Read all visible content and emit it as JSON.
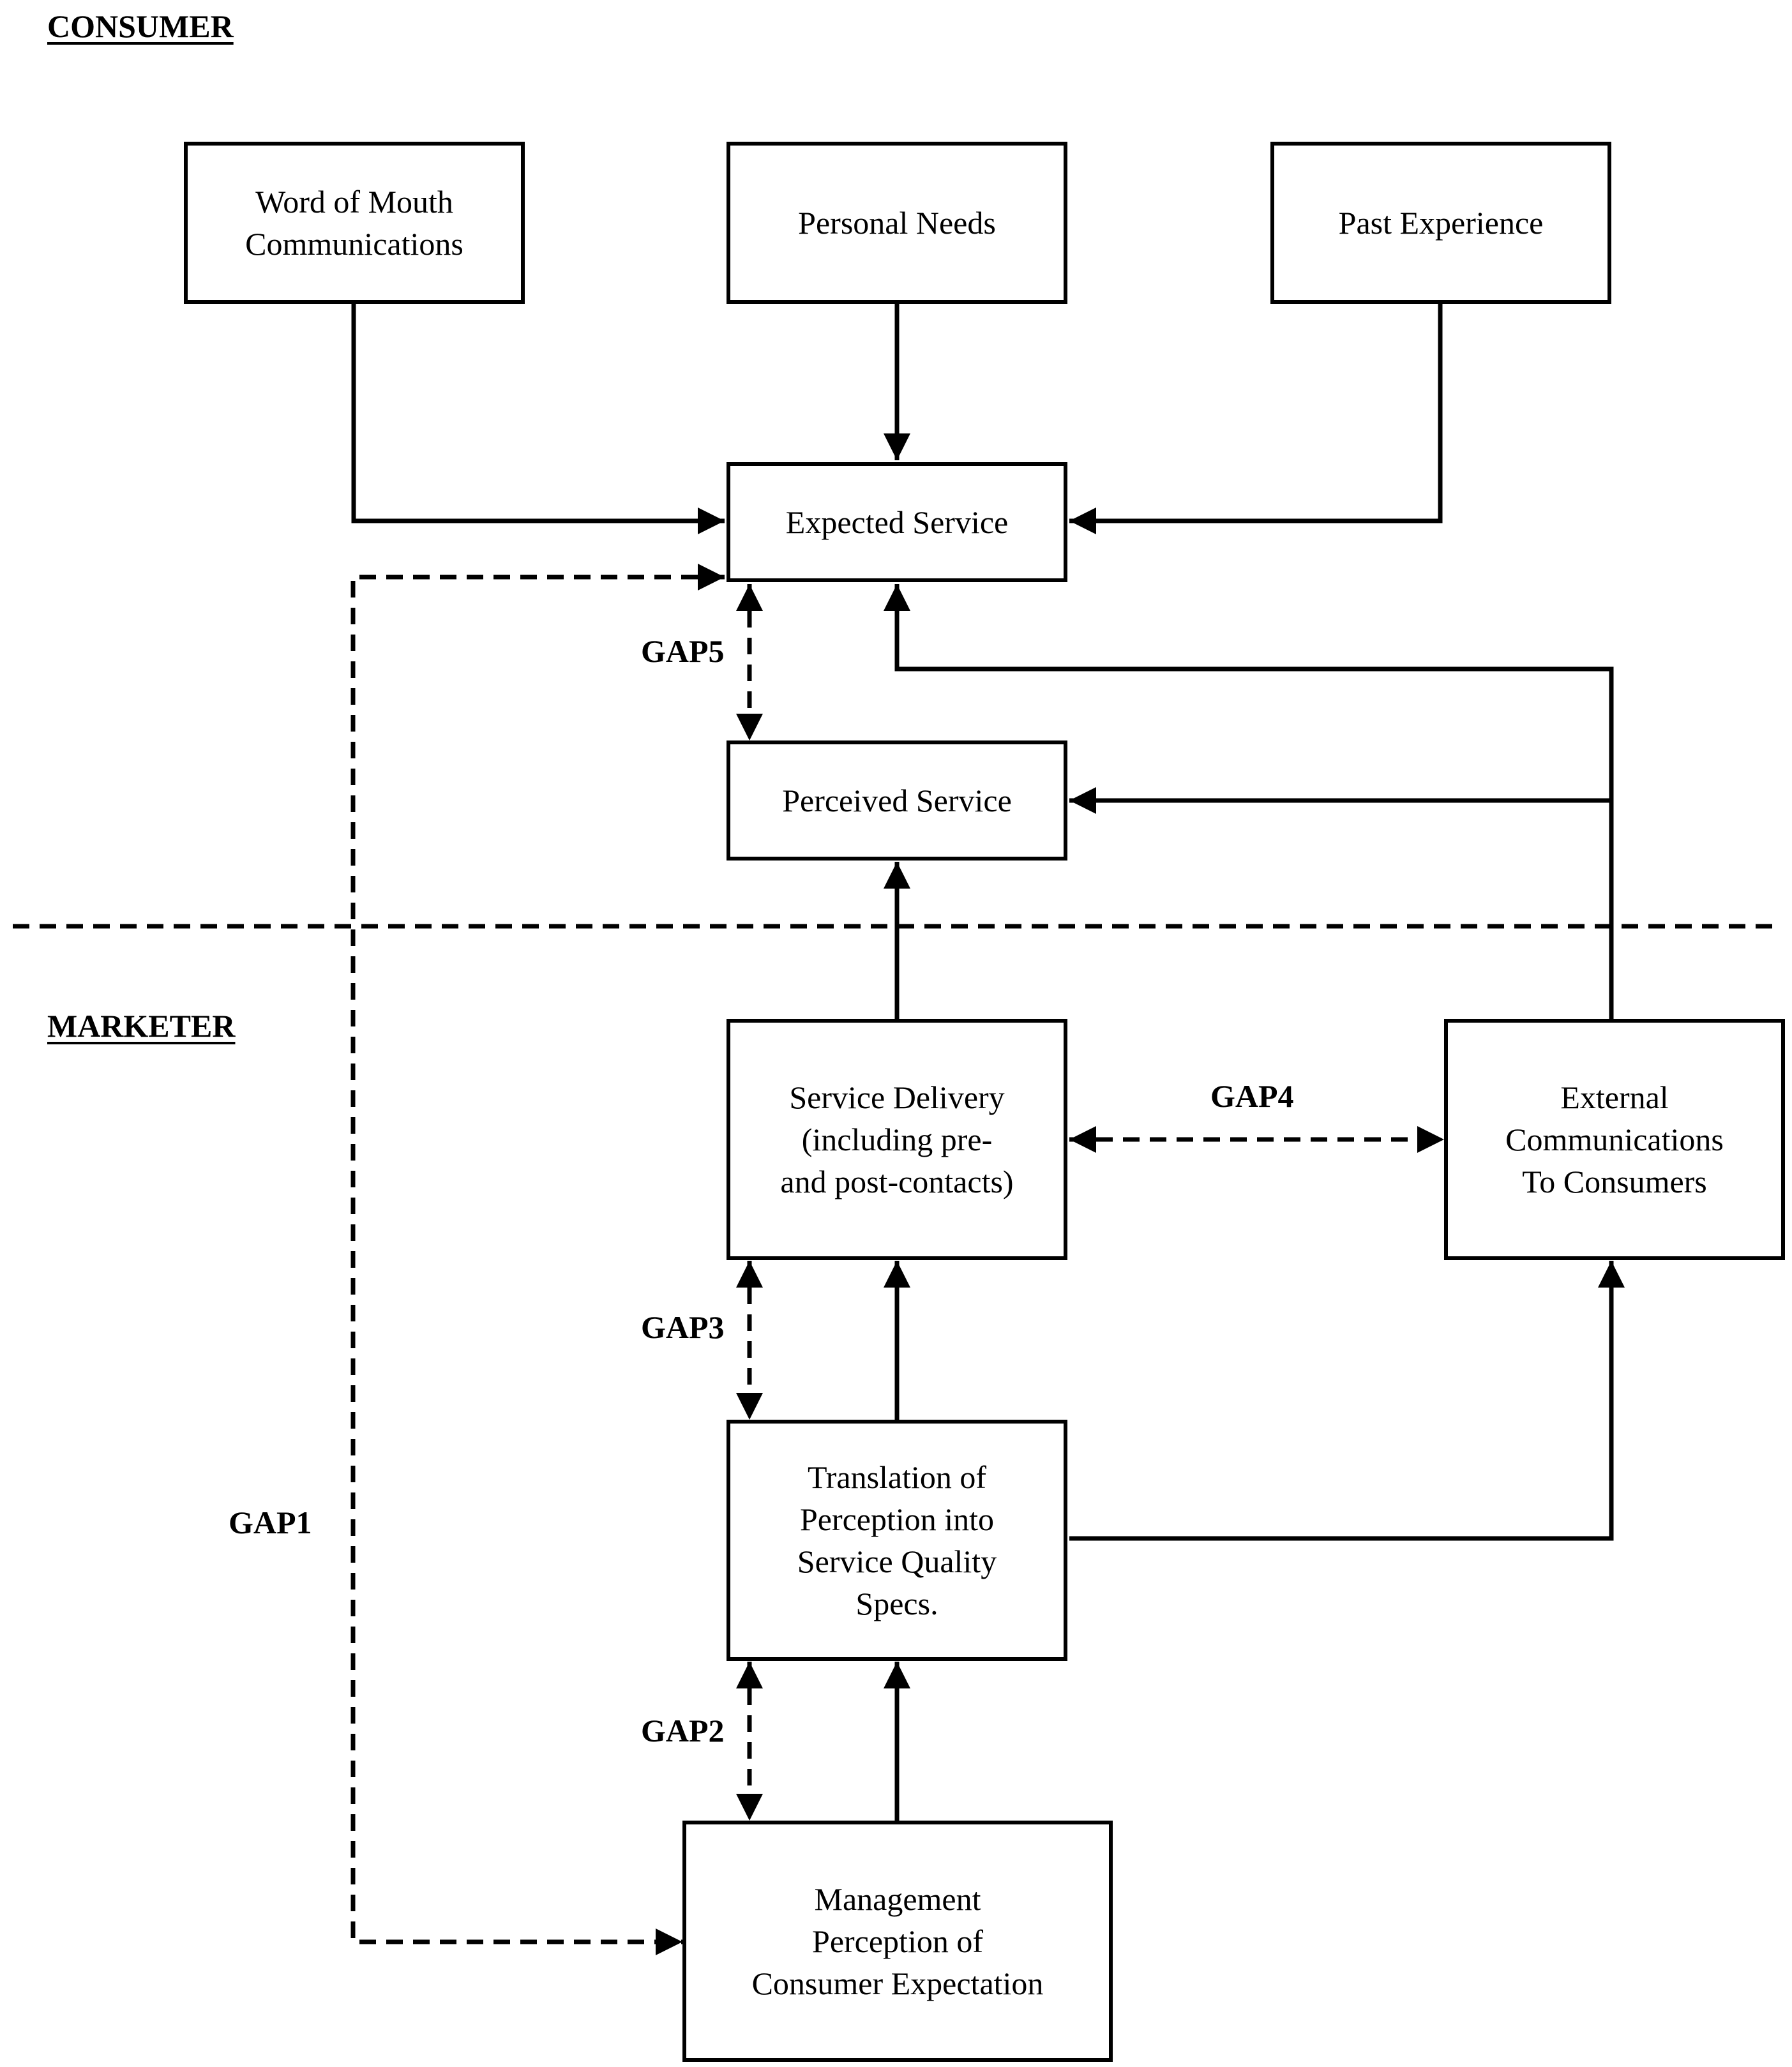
{
  "regions": {
    "consumer": "CONSUMER",
    "marketer": "MARKETER"
  },
  "boxes": {
    "word_of_mouth": [
      "Word of Mouth",
      "Communications"
    ],
    "personal_needs": [
      "Personal Needs"
    ],
    "past_experience": [
      "Past Experience"
    ],
    "expected_service": [
      "Expected Service"
    ],
    "perceived_service": [
      "Perceived Service"
    ],
    "service_delivery": [
      "Service Delivery",
      "(including pre-",
      "and post-contacts)"
    ],
    "external_communications": [
      "External",
      "Communications",
      "To Consumers"
    ],
    "translation": [
      "Translation of",
      "Perception into",
      "Service Quality",
      "Specs."
    ],
    "management_perception": [
      "Management",
      "Perception of",
      "Consumer Expectation"
    ]
  },
  "gaps": {
    "gap1": "GAP1",
    "gap2": "GAP2",
    "gap3": "GAP3",
    "gap4": "GAP4",
    "gap5": "GAP5"
  },
  "colors": {
    "line": "#000000",
    "background": "#ffffff"
  }
}
